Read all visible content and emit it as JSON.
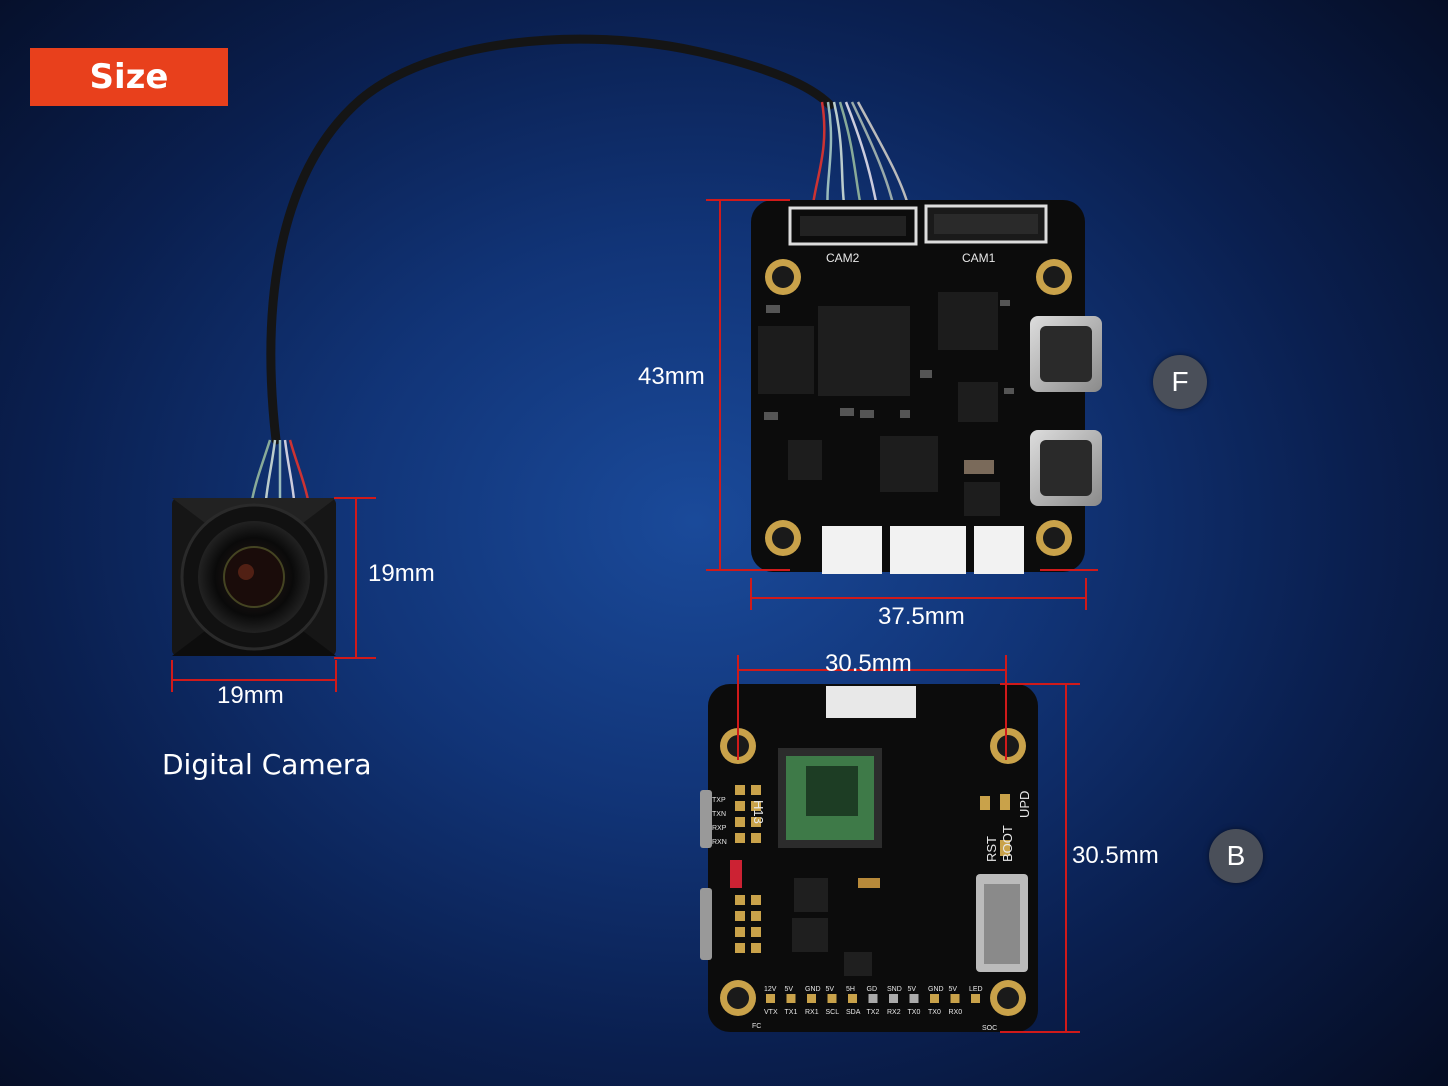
{
  "badge": {
    "label": "Size"
  },
  "camera": {
    "caption": "Digital Camera",
    "width_label": "19mm",
    "height_label": "19mm"
  },
  "front_board": {
    "height_label": "43mm",
    "width_label": "37.5mm",
    "marker": "F",
    "connector_labels": [
      "CAM2",
      "CAM1"
    ]
  },
  "back_board": {
    "width_label": "30.5mm",
    "height_label": "30.5mm",
    "marker": "B",
    "silk_module": "H13",
    "silk_buttons": [
      "RST",
      "BOOT",
      "UPD"
    ],
    "silk_left": [
      "TXP",
      "TXN",
      "RXP",
      "RXN"
    ],
    "pad_row_top": [
      "12V",
      "5V",
      "GND",
      "5V",
      "5H",
      "GD",
      "SND",
      "5V",
      "GND",
      "5V",
      "LED"
    ],
    "pad_row_bottom": [
      "VTX",
      "TX1",
      "RX1",
      "SCL",
      "SDA",
      "TX2",
      "RX2",
      "TX0",
      "TX0",
      "RX0"
    ],
    "corner_left": "FC",
    "corner_right": "SOC"
  },
  "colors": {
    "badge": "#e8401c",
    "dimension_lines": "#d01a1a",
    "marker_circle": "#4a4f59",
    "board": "#0c0c0c",
    "mount_ring": "#c9a24a"
  }
}
